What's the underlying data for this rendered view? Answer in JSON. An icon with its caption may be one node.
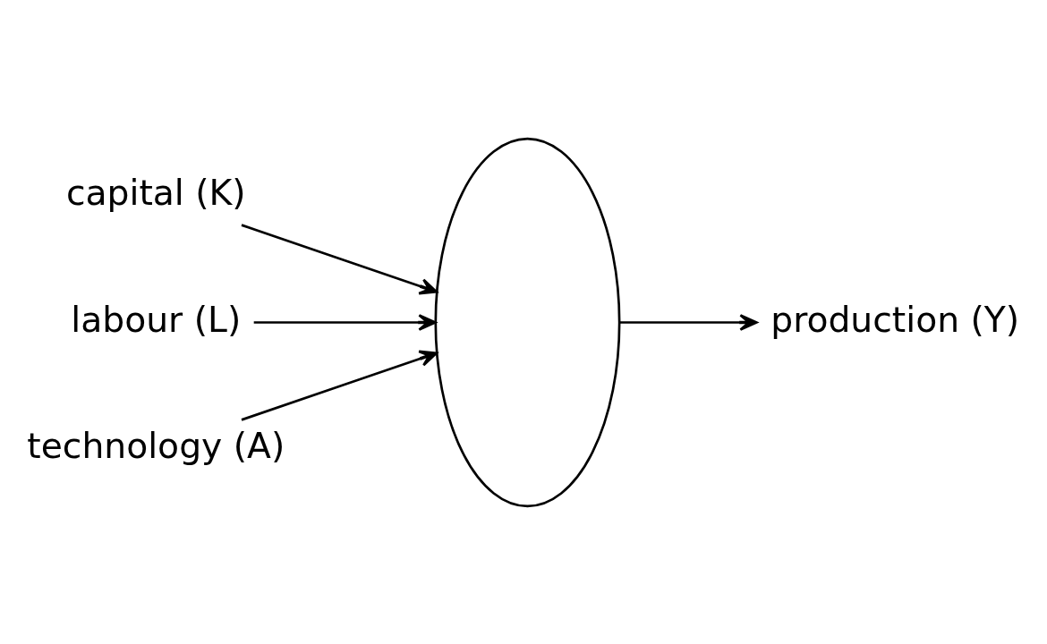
{
  "diagram": {
    "nodes": [
      {
        "text": [
          "capital (K)"
        ]
      },
      {
        "text": [
          "labour (L)"
        ]
      },
      {
        "text": [],
        "shape": "ellipse"
      },
      {
        "text": [
          "production (Y)"
        ]
      },
      {
        "text": [
          "technology (A)"
        ]
      }
    ],
    "edges": [
      {
        "from": 0,
        "to": 2,
        "arrow": "to"
      },
      {
        "from": 1,
        "to": 2,
        "arrow": "to"
      },
      {
        "from": 2,
        "to": 3,
        "arrow": "to"
      },
      {
        "from": 4,
        "to": 2,
        "arrow": "to"
      }
    ]
  }
}
